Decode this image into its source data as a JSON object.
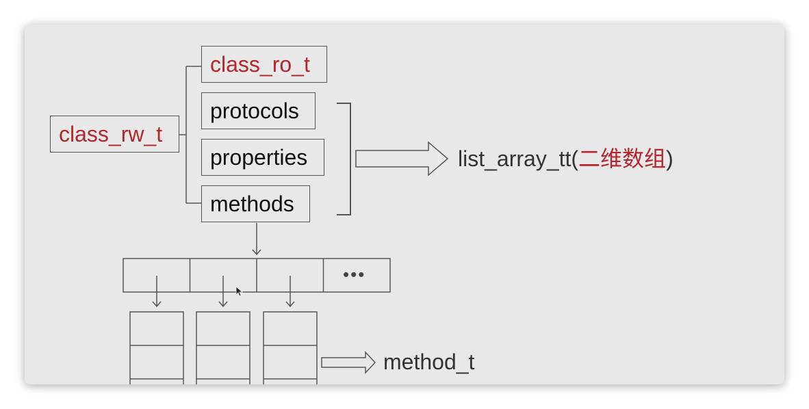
{
  "diagram": {
    "class_rw_t": "class_rw_t",
    "class_ro_t": "class_ro_t",
    "protocols": "protocols",
    "properties": "properties",
    "methods": "methods",
    "list_array_prefix": "list_array_tt(",
    "list_array_cn": "二维数组",
    "list_array_suffix": ")",
    "ellipsis": "•••",
    "method_t": "method_t"
  },
  "colors": {
    "accent_red": "#b5262e",
    "text": "#333333",
    "border": "#555555",
    "background": "#e8e8e8"
  }
}
